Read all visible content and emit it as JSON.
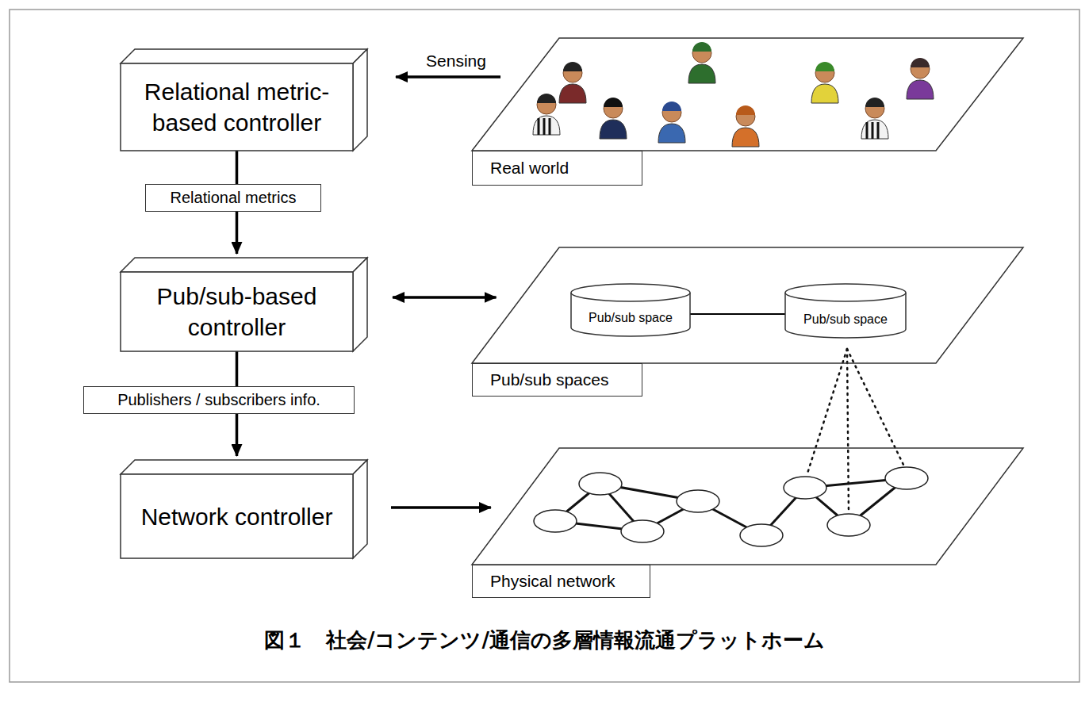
{
  "diagram": {
    "caption": "図１　社会/コンテンツ/通信の多層情報流通プラットホーム",
    "nodes": [
      {
        "text": [
          "Relational metric-based controller"
        ]
      },
      {
        "text": [
          "Relational metrics"
        ]
      },
      {
        "text": [
          "Pub/sub-based controller"
        ]
      },
      {
        "text": [
          "Publishers / subscribers info."
        ]
      },
      {
        "text": [
          "Network controller"
        ]
      },
      {
        "text": [
          "Real world"
        ]
      },
      {
        "text": [
          "Pub/sub spaces"
        ]
      },
      {
        "text": [
          "Pub/sub space"
        ],
        "in": 6
      },
      {
        "text": [
          "Pub/sub space"
        ],
        "in": 6
      },
      {
        "text": [
          "Physical network"
        ]
      }
    ],
    "edges": [
      {
        "from": 0,
        "to": 1,
        "arrow": "none"
      },
      {
        "from": 1,
        "to": 2,
        "arrow": "to"
      },
      {
        "from": 2,
        "to": 3,
        "arrow": "none"
      },
      {
        "from": 3,
        "to": 4,
        "arrow": "to"
      },
      {
        "from": 5,
        "to": 0,
        "label": "Sensing",
        "arrow": "to"
      },
      {
        "from": 2,
        "to": 6,
        "arrow": "both"
      },
      {
        "from": 4,
        "to": 9,
        "arrow": "to"
      },
      {
        "from": 7,
        "to": 8,
        "arrow": "none"
      }
    ]
  }
}
